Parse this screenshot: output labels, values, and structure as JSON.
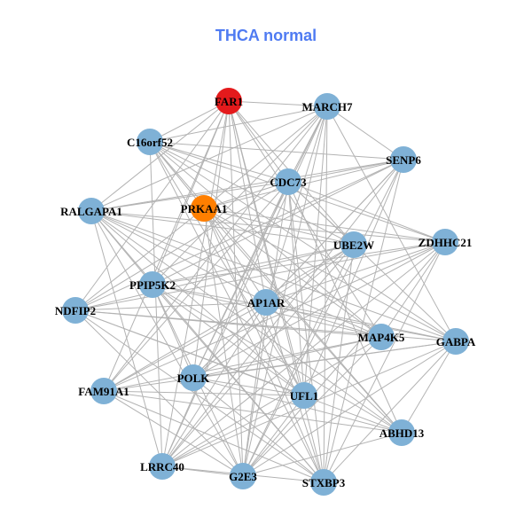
{
  "title": "THCA normal",
  "colors": {
    "title": "#4F7BF2",
    "edge": "#B3B3B3",
    "default_node": "#7FB1D6",
    "red": "#E41A1C",
    "orange": "#FF7F00"
  },
  "nodes": [
    {
      "name": "FAR1",
      "color": "red"
    },
    {
      "name": "MARCH7",
      "color": "default_node"
    },
    {
      "name": "C16orf52",
      "color": "default_node"
    },
    {
      "name": "SENP6",
      "color": "default_node"
    },
    {
      "name": "CDC73",
      "color": "default_node"
    },
    {
      "name": "PRKAA1",
      "color": "orange"
    },
    {
      "name": "RALGAPA1",
      "color": "default_node"
    },
    {
      "name": "UBE2W",
      "color": "default_node"
    },
    {
      "name": "ZDHHC21",
      "color": "default_node"
    },
    {
      "name": "PPIP5K2",
      "color": "default_node"
    },
    {
      "name": "AP1AR",
      "color": "default_node"
    },
    {
      "name": "NDFIP2",
      "color": "default_node"
    },
    {
      "name": "MAP4K5",
      "color": "default_node"
    },
    {
      "name": "GABPA",
      "color": "default_node"
    },
    {
      "name": "POLK",
      "color": "default_node"
    },
    {
      "name": "FAM91A1",
      "color": "default_node"
    },
    {
      "name": "UFL1",
      "color": "default_node"
    },
    {
      "name": "ABHD13",
      "color": "default_node"
    },
    {
      "name": "LRRC40",
      "color": "default_node"
    },
    {
      "name": "G2E3",
      "color": "default_node"
    },
    {
      "name": "STXBP3",
      "color": "default_node"
    }
  ],
  "edges": [
    [
      0,
      1
    ],
    [
      0,
      2
    ],
    [
      0,
      4
    ],
    [
      0,
      6
    ],
    [
      0,
      7
    ],
    [
      0,
      9
    ],
    [
      0,
      10
    ],
    [
      0,
      12
    ],
    [
      0,
      14
    ],
    [
      0,
      16
    ],
    [
      0,
      18
    ],
    [
      0,
      19
    ],
    [
      0,
      20
    ],
    [
      0,
      11
    ],
    [
      0,
      15
    ],
    [
      1,
      2
    ],
    [
      1,
      4
    ],
    [
      1,
      5
    ],
    [
      1,
      6
    ],
    [
      1,
      9
    ],
    [
      1,
      10
    ],
    [
      1,
      14
    ],
    [
      1,
      16
    ],
    [
      1,
      18
    ],
    [
      1,
      19
    ],
    [
      1,
      20
    ],
    [
      1,
      3
    ],
    [
      1,
      13
    ],
    [
      1,
      15
    ],
    [
      2,
      3
    ],
    [
      2,
      4
    ],
    [
      2,
      7
    ],
    [
      2,
      8
    ],
    [
      2,
      12
    ],
    [
      2,
      13
    ],
    [
      2,
      16
    ],
    [
      2,
      17
    ],
    [
      2,
      18
    ],
    [
      2,
      20
    ],
    [
      2,
      5
    ],
    [
      3,
      4
    ],
    [
      3,
      5
    ],
    [
      3,
      6
    ],
    [
      3,
      9
    ],
    [
      3,
      10
    ],
    [
      3,
      14
    ],
    [
      3,
      16
    ],
    [
      3,
      18
    ],
    [
      3,
      19
    ],
    [
      3,
      20
    ],
    [
      3,
      11
    ],
    [
      4,
      5
    ],
    [
      4,
      6
    ],
    [
      4,
      7
    ],
    [
      4,
      8
    ],
    [
      4,
      11
    ],
    [
      4,
      14
    ],
    [
      4,
      15
    ],
    [
      4,
      16
    ],
    [
      4,
      17
    ],
    [
      4,
      18
    ],
    [
      4,
      19
    ],
    [
      4,
      20
    ],
    [
      4,
      13
    ],
    [
      5,
      7
    ],
    [
      5,
      8
    ],
    [
      5,
      10
    ],
    [
      5,
      11
    ],
    [
      5,
      12
    ],
    [
      5,
      13
    ],
    [
      5,
      16
    ],
    [
      5,
      17
    ],
    [
      5,
      19
    ],
    [
      5,
      20
    ],
    [
      6,
      7
    ],
    [
      6,
      8
    ],
    [
      6,
      10
    ],
    [
      6,
      12
    ],
    [
      6,
      13
    ],
    [
      6,
      16
    ],
    [
      6,
      17
    ],
    [
      6,
      18
    ],
    [
      6,
      19
    ],
    [
      6,
      20
    ],
    [
      6,
      9
    ],
    [
      7,
      9
    ],
    [
      7,
      10
    ],
    [
      7,
      11
    ],
    [
      7,
      14
    ],
    [
      7,
      15
    ],
    [
      7,
      18
    ],
    [
      7,
      19
    ],
    [
      7,
      20
    ],
    [
      8,
      9
    ],
    [
      8,
      10
    ],
    [
      8,
      11
    ],
    [
      8,
      14
    ],
    [
      8,
      15
    ],
    [
      8,
      18
    ],
    [
      8,
      19
    ],
    [
      8,
      20
    ],
    [
      8,
      12
    ],
    [
      9,
      12
    ],
    [
      9,
      13
    ],
    [
      9,
      16
    ],
    [
      9,
      17
    ],
    [
      9,
      19
    ],
    [
      9,
      20
    ],
    [
      9,
      14
    ],
    [
      10,
      11
    ],
    [
      10,
      12
    ],
    [
      10,
      13
    ],
    [
      10,
      14
    ],
    [
      10,
      15
    ],
    [
      10,
      17
    ],
    [
      10,
      18
    ],
    [
      10,
      19
    ],
    [
      10,
      20
    ],
    [
      11,
      12
    ],
    [
      11,
      13
    ],
    [
      11,
      16
    ],
    [
      11,
      17
    ],
    [
      11,
      19
    ],
    [
      11,
      20
    ],
    [
      12,
      14
    ],
    [
      12,
      15
    ],
    [
      12,
      18
    ],
    [
      12,
      19
    ],
    [
      13,
      14
    ],
    [
      13,
      15
    ],
    [
      13,
      18
    ],
    [
      13,
      19
    ],
    [
      13,
      17
    ],
    [
      13,
      20
    ],
    [
      14,
      16
    ],
    [
      14,
      17
    ],
    [
      14,
      20
    ],
    [
      15,
      16
    ],
    [
      15,
      17
    ],
    [
      15,
      19
    ],
    [
      15,
      20
    ],
    [
      16,
      18
    ],
    [
      16,
      19
    ],
    [
      18,
      19
    ],
    [
      18,
      20
    ],
    [
      17,
      19
    ]
  ]
}
